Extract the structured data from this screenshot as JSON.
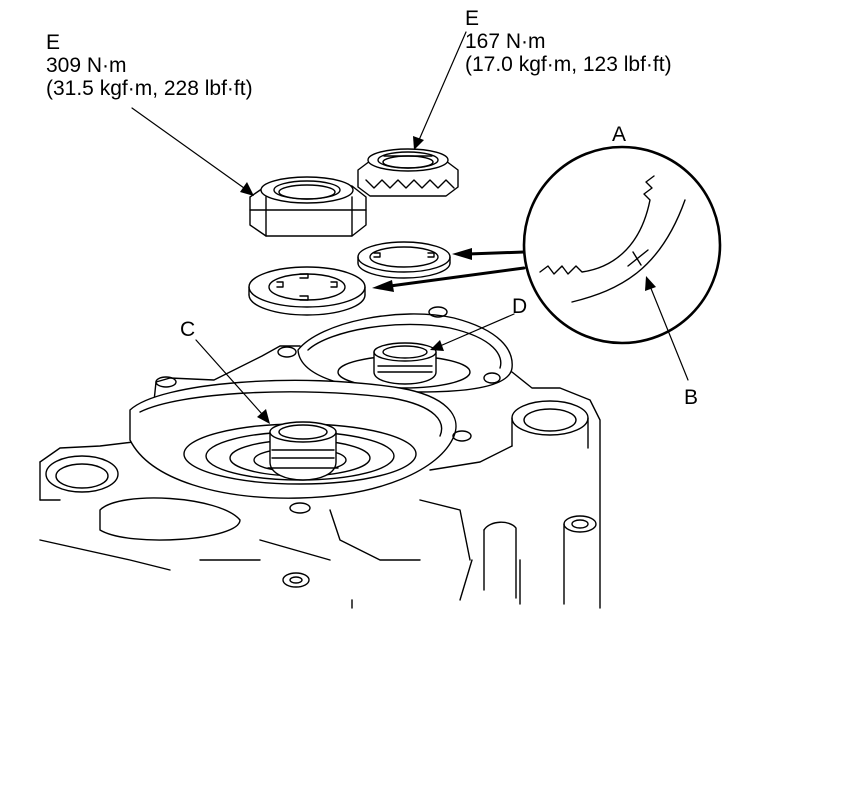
{
  "callouts": {
    "e_left": {
      "letter": "E",
      "torque_nm": "309 N·m",
      "torque_alt": "(31.5 kgf·m, 228 lbf·ft)"
    },
    "e_right": {
      "letter": "E",
      "torque_nm": "167 N·m",
      "torque_alt": "(17.0 kgf·m, 123 lbf·ft)"
    },
    "a": "A",
    "b": "B",
    "c": "C",
    "d": "D"
  }
}
